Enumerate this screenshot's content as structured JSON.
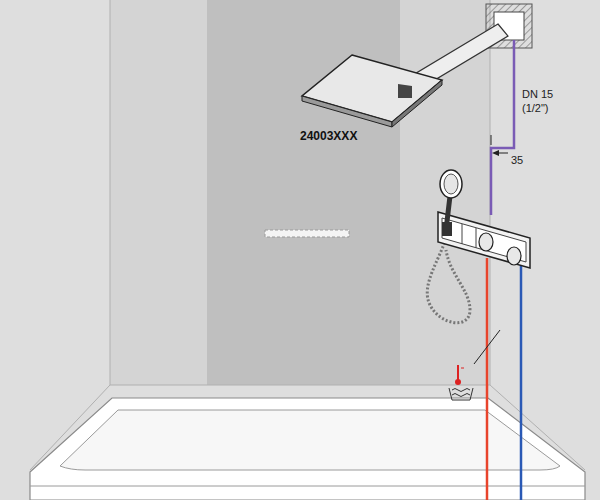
{
  "diagram": {
    "labels": [
      "24003XXX",
      "DN 15",
      "(1/2\")",
      "35"
    ]
  }
}
